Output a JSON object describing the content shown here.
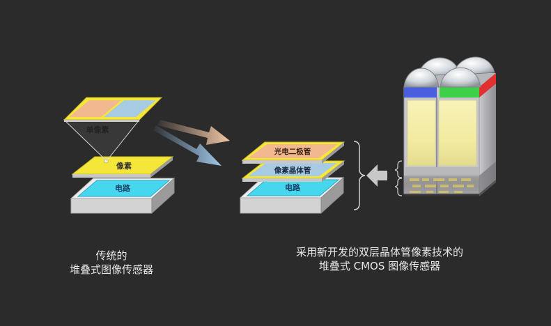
{
  "labels": {
    "single_pixel": "单像素",
    "pixel": "像素",
    "circuit": "电路",
    "photodiode": "光电二极管",
    "pixel_transistor": "像素晶体管",
    "circuit_right": "电路"
  },
  "captions": {
    "left_line1": "传统的",
    "left_line2": "堆叠式图像传感器",
    "right_line1": "采用新开发的双层晶体管像素技术的",
    "right_line2": "堆叠式 CMOS 图像传感器"
  },
  "colors": {
    "background": "#2b2b2b",
    "yellow": "#f5e63a",
    "cyan": "#46d7ee",
    "peach": "#f2b890",
    "light_blue": "#a8cbe4",
    "arrow_peach": "#f0c6a6",
    "arrow_blue": "#9ec8ea"
  }
}
